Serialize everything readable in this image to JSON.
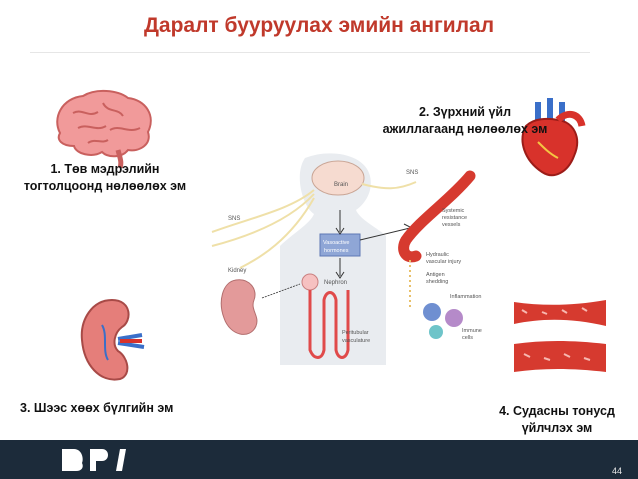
{
  "slide": {
    "title": "Даралт бууруулах эмийн ангилал",
    "page_number": "44"
  },
  "labels": {
    "cns_line1": "1. Төв мэдрэлийн",
    "cns_line2": "тогтолцоонд нөлөөлөх эм",
    "heart_line1": "2. Зүрхний үйл",
    "heart_line2": "ажиллагаанд нөлөөлөх эм",
    "kidney_line1": "3. Шээс хөөх бүлгийн эм",
    "vessel_line1": "4. Судасны тонусд",
    "vessel_line2": "үйлчлэх эм"
  },
  "diagram": {
    "brain": "Brain",
    "sns_left": "SNS",
    "sns_right": "SNS",
    "vasoactive_line1": "Vasoactive",
    "vasoactive_line2": "hormones",
    "kidney": "Kidney",
    "nephron": "Nephron",
    "systemic_line1": "Systemic",
    "systemic_line2": "resistance",
    "systemic_line3": "vessels",
    "hydraulic_line1": "Hydraulic",
    "hydraulic_line2": "vascular injury",
    "antigen_line1": "Antigen",
    "antigen_line2": "shedding",
    "inflammation": "Inflammation",
    "immune_line1": "Immune",
    "immune_line2": "cells",
    "peritubular_line1": "Peritubular",
    "peritubular_line2": "vasculature"
  },
  "colors": {
    "title": "#c0392b",
    "footer": "#1c2b3a",
    "artery": "#d63a2f",
    "brain": "#f08a8a"
  }
}
